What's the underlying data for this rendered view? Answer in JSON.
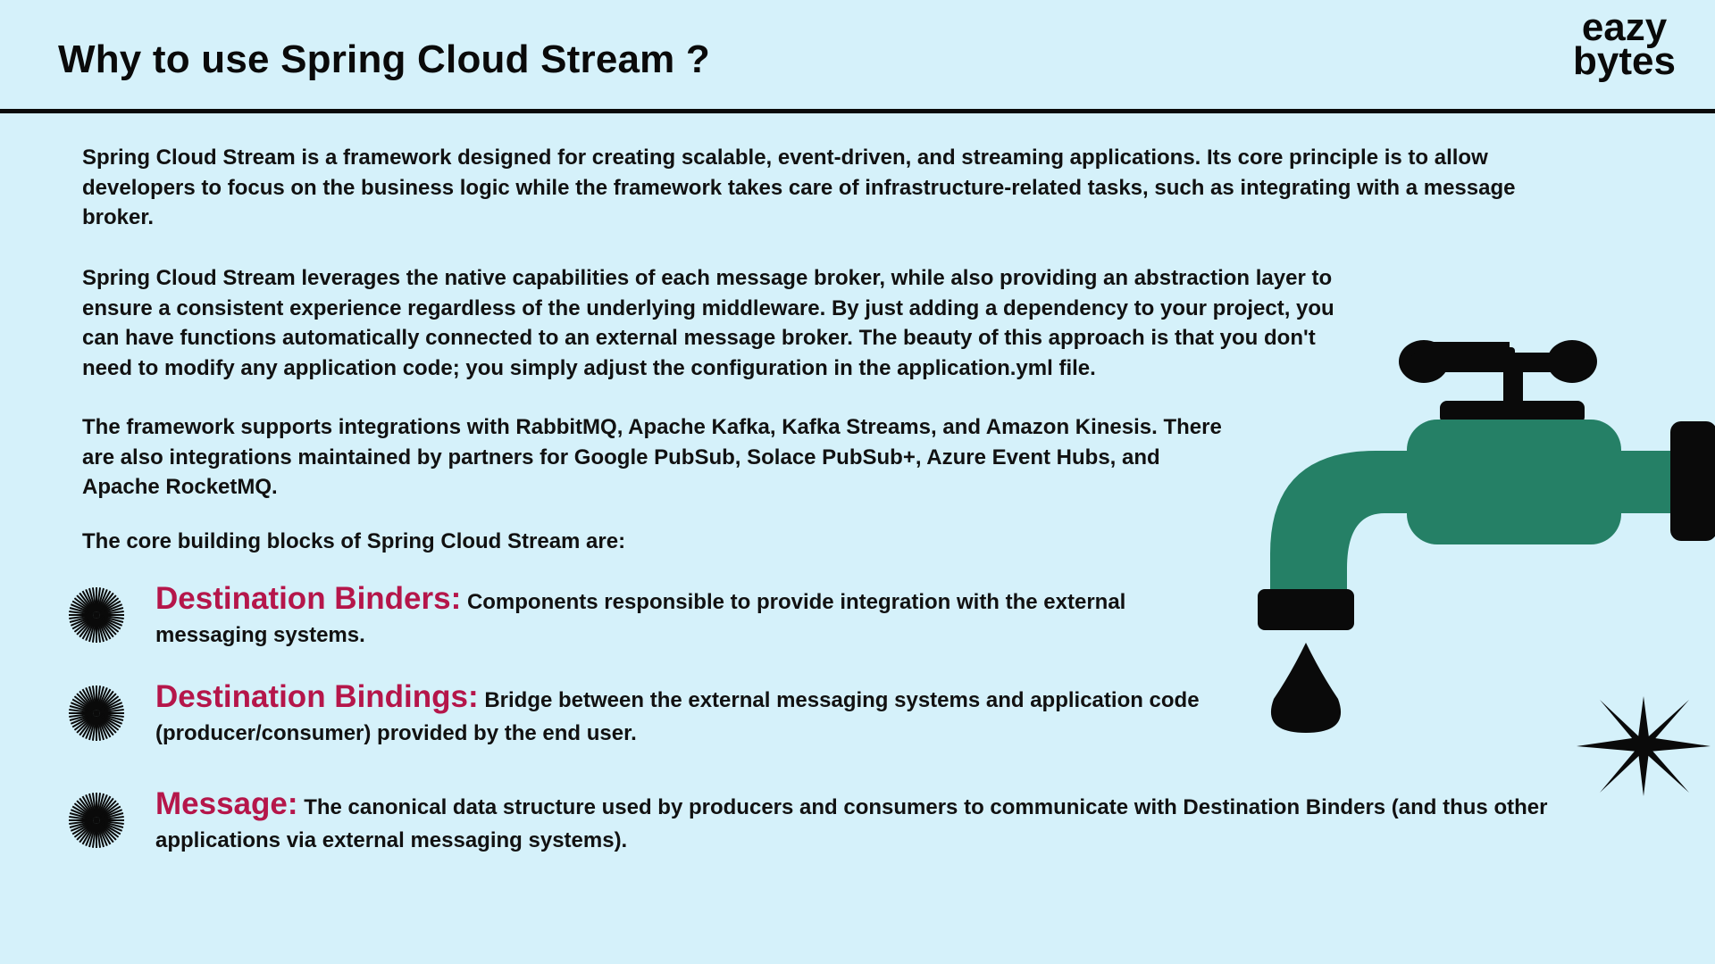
{
  "header": {
    "title": "Why to use Spring Cloud Stream ?",
    "logo_line1": "eazy",
    "logo_line2": "bytes"
  },
  "paragraphs": {
    "p1": "Spring Cloud Stream is a framework designed for creating scalable, event-driven, and streaming applications. Its core principle is to allow developers to focus on the business logic while the framework takes care of infrastructure-related tasks, such as integrating with a message broker.",
    "p2": "Spring Cloud Stream leverages the native capabilities of each message broker, while also providing an abstraction layer to ensure a consistent experience regardless of the underlying middleware. By just adding a dependency to your project, you can have functions automatically connected to an external message broker. The beauty of this approach is that you don't need to modify any application code; you simply adjust the configuration in the application.yml file.",
    "p3": "The framework supports integrations with RabbitMQ, Apache Kafka, Kafka Streams, and Amazon Kinesis. There are also integrations maintained by partners for Google PubSub, Solace PubSub+, Azure Event Hubs, and Apache RocketMQ.",
    "p4": "The core building blocks of Spring Cloud Stream are:"
  },
  "building_blocks": [
    {
      "term": "Destination Binders:",
      "description": "Components responsible to provide integration with the external messaging systems."
    },
    {
      "term": "Destination Bindings:",
      "description": "Bridge between the external messaging systems and application code (producer/consumer) provided by the end user."
    },
    {
      "term": "Message:",
      "description": "The canonical data structure used by producers and consumers to communicate with Destination Binders (and thus other applications via external messaging systems)."
    }
  ],
  "icons": {
    "bullet": "starburst-icon",
    "illustration": "water-faucet-icon",
    "decoration": "four-point-sparkle-icon"
  },
  "colors": {
    "background": "#d5f1fa",
    "term_accent": "#b5164a",
    "faucet_green": "#258066",
    "ink": "#0a0a0a"
  }
}
